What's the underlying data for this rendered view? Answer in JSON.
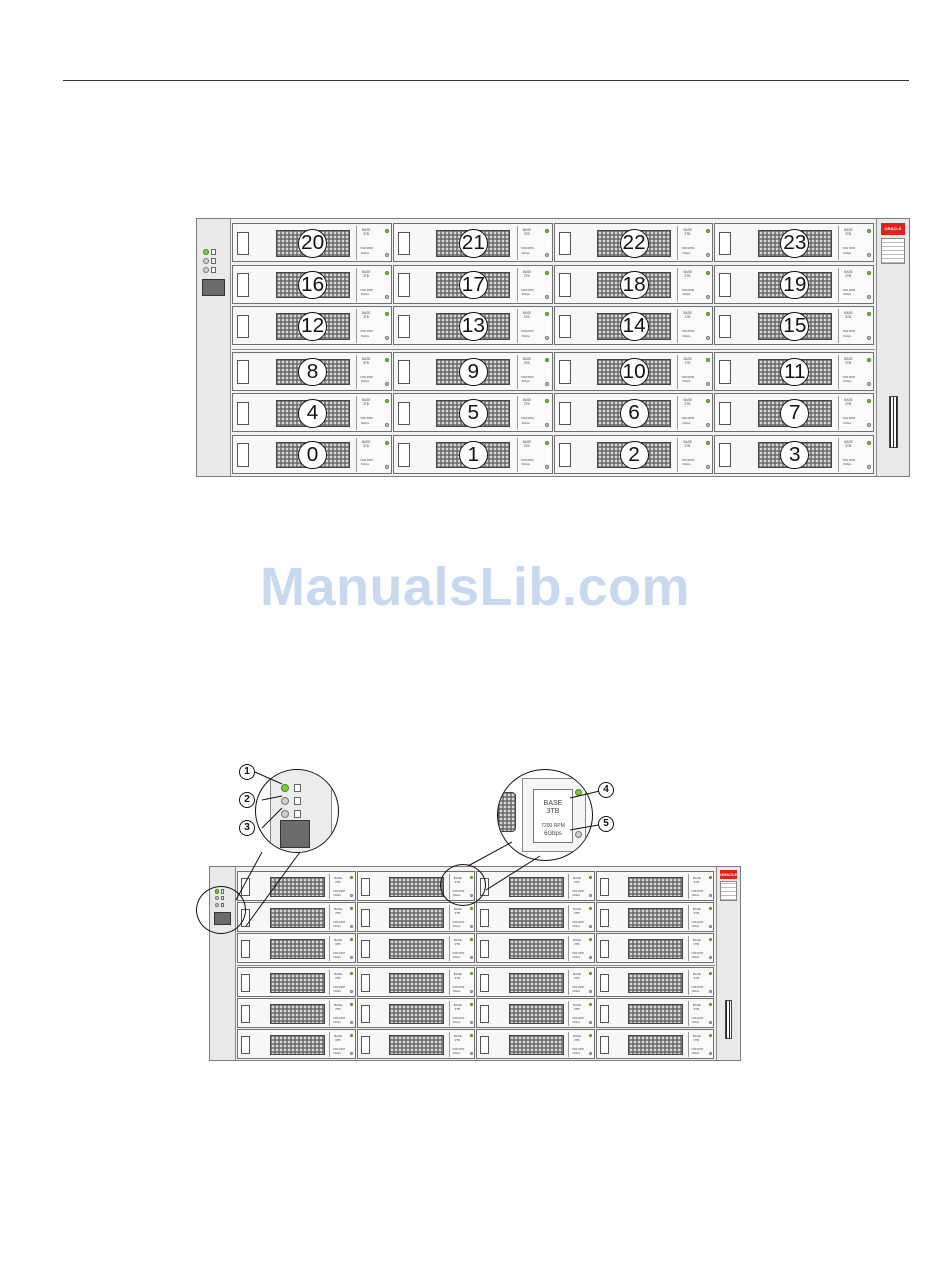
{
  "figure1": {
    "bays": [
      "20",
      "21",
      "22",
      "23",
      "16",
      "17",
      "18",
      "19",
      "12",
      "13",
      "14",
      "15",
      "8",
      "9",
      "10",
      "11",
      "4",
      "5",
      "6",
      "7",
      "0",
      "1",
      "2",
      "3"
    ],
    "drive_label_lines": [
      "BASE",
      "3TB"
    ],
    "drive_capacity_lines": [
      "7200 RPM",
      "6Gbps"
    ],
    "logo_text": "ORACLE"
  },
  "figure2": {
    "callouts": [
      "1",
      "2",
      "3",
      "4",
      "5"
    ],
    "zoom_label_lines": [
      "BASE",
      "3TB",
      "7200 RPM",
      "6Gbps"
    ],
    "logo_text": "ORACLE"
  },
  "watermark": "ManualsLib.com",
  "colors": {
    "led_green": "#7fc241",
    "logo_red": "#d9261c",
    "watermark": "#c8d9ef"
  }
}
